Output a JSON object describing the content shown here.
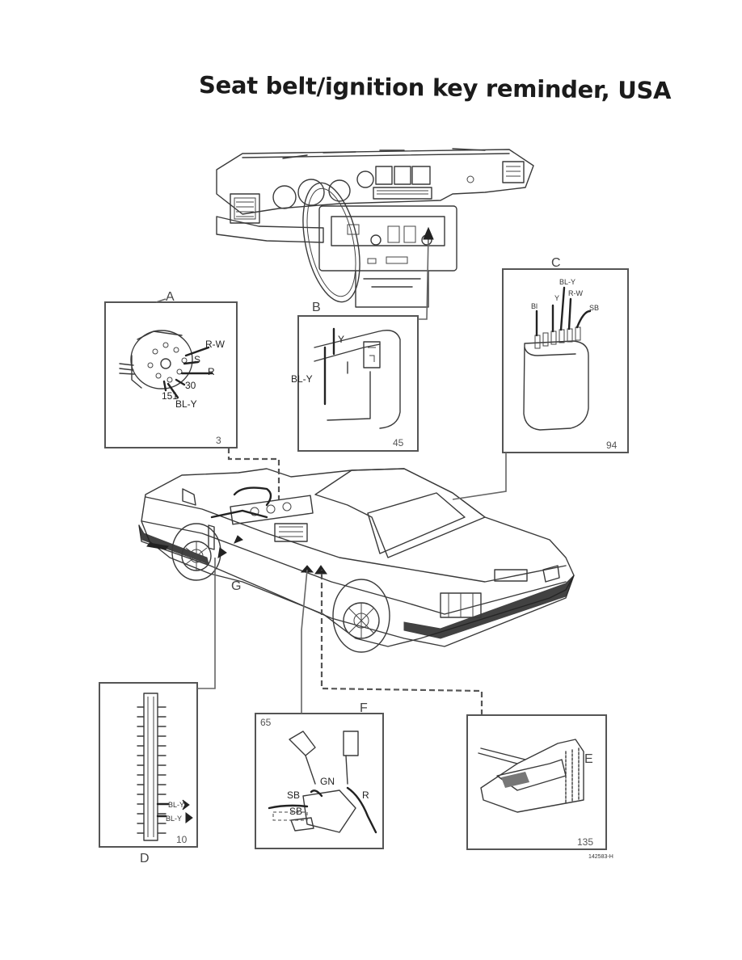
{
  "title": "Seat belt/ignition key reminder, USA",
  "labels": {
    "A": "A",
    "B": "B",
    "C": "C",
    "D": "D",
    "E": "E",
    "F": "F",
    "G": "G"
  },
  "panel_A": {
    "wires": [
      "R-W",
      "S",
      "R",
      "30",
      "151",
      "BL-Y"
    ],
    "page": "3"
  },
  "panel_B": {
    "wires": [
      "Y",
      "BL-Y"
    ],
    "page": "45"
  },
  "panel_C": {
    "wires": [
      "BL-Y",
      "R-W",
      "Y",
      "Bl",
      "SB"
    ],
    "page": "94"
  },
  "panel_D": {
    "wires": [
      "BL-Y",
      "BL-Y"
    ],
    "page": "10"
  },
  "panel_F": {
    "wires": [
      "GN",
      "SB",
      "SB",
      "R"
    ],
    "page": "65"
  },
  "panel_E": {
    "page": "135"
  },
  "figure_code": "142583-H"
}
